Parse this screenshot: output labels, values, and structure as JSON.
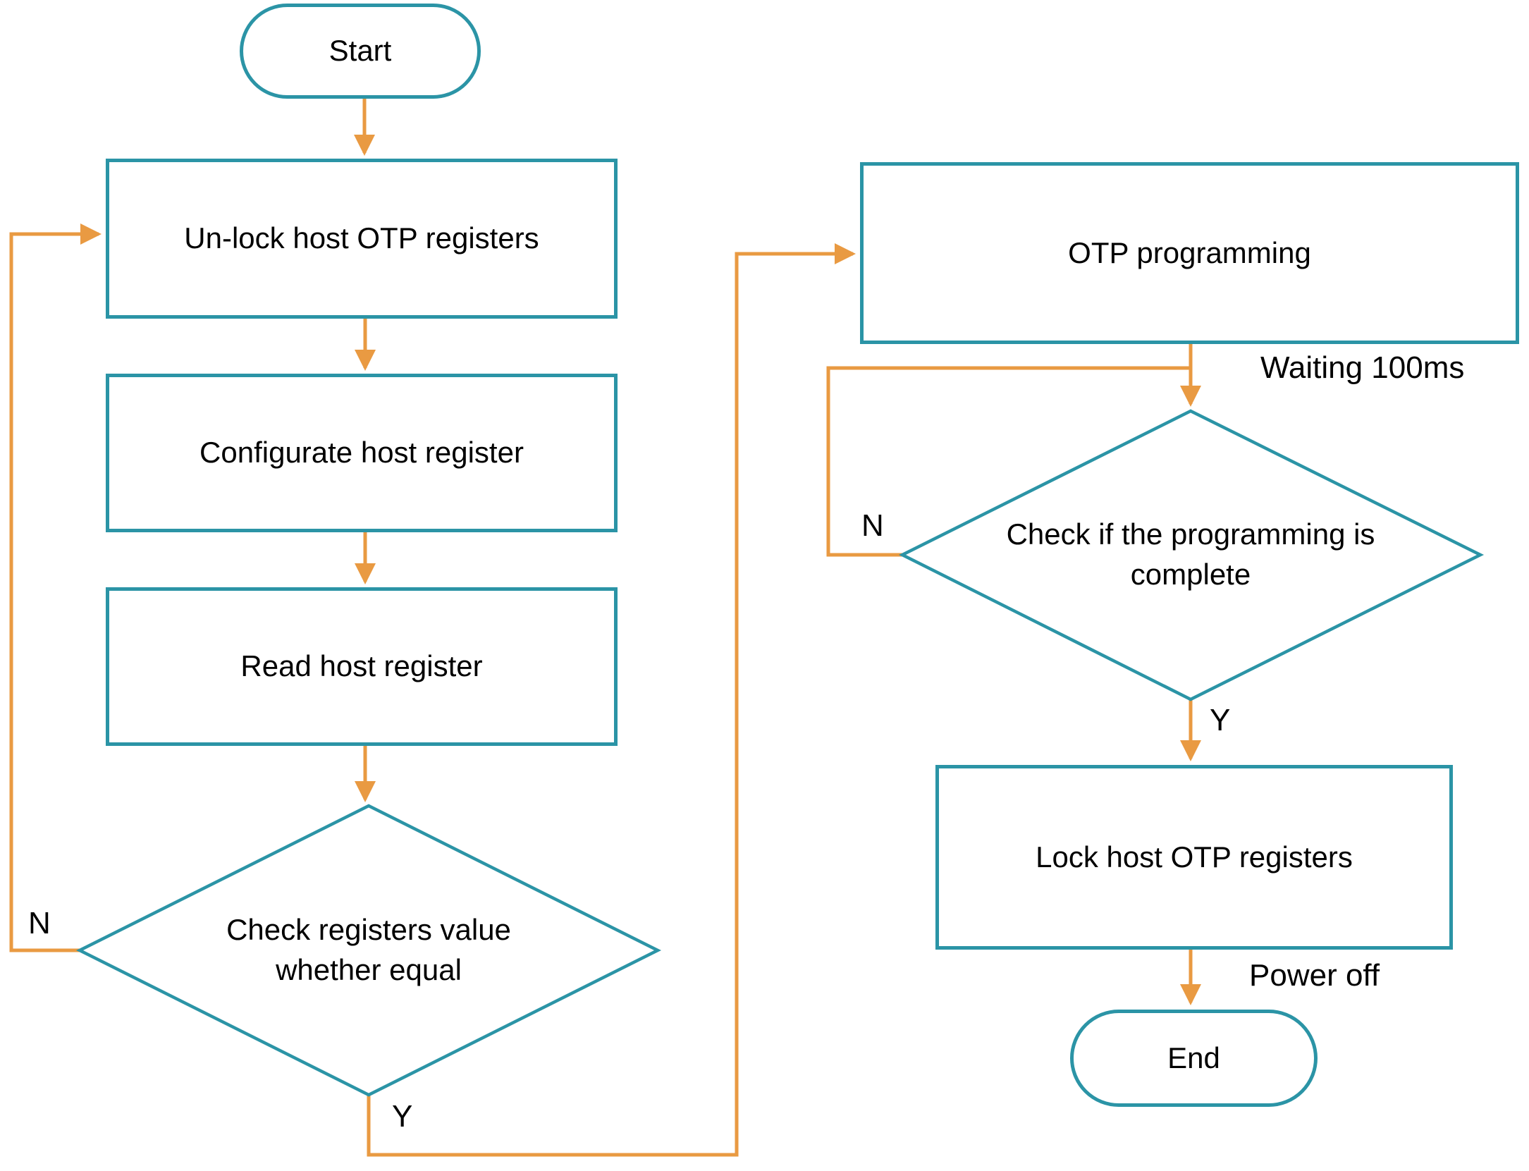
{
  "diagram": {
    "type": "flowchart",
    "background": "#ffffff",
    "colors": {
      "shape_border": "#2B94A6",
      "connector": "#E99A42",
      "text": "#000000"
    },
    "nodes": {
      "start": {
        "type": "terminator",
        "label": "Start"
      },
      "unlock": {
        "type": "process",
        "label": "Un-lock host OTP registers"
      },
      "configurate": {
        "type": "process",
        "label": "Configurate host register"
      },
      "read": {
        "type": "process",
        "label": "Read host register"
      },
      "check_equal": {
        "type": "decision",
        "label": "Check registers value whether equal"
      },
      "otp_programming": {
        "type": "process",
        "label": "OTP programming"
      },
      "check_complete": {
        "type": "decision",
        "label": "Check if the programming is complete"
      },
      "lock": {
        "type": "process",
        "label": "Lock host OTP registers"
      },
      "end": {
        "type": "terminator",
        "label": "End"
      }
    },
    "edge_labels": {
      "check_equal_no": "N",
      "check_equal_yes": "Y",
      "check_complete_no": "N",
      "check_complete_yes": "Y",
      "waiting": "Waiting 100ms",
      "power_off": "Power off"
    }
  }
}
